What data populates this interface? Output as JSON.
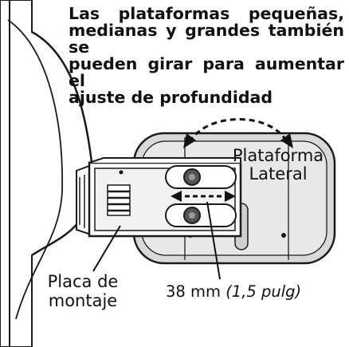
{
  "note": {
    "line1": "Las plataformas pequeñas,",
    "line2": "medianas y grandes también se",
    "line3": "pueden girar para aumentar el",
    "line4": "ajuste de profundidad"
  },
  "platform_label": {
    "line1": "Plataforma",
    "line2": "Lateral"
  },
  "plate_label": {
    "line1": "Placa de",
    "line2": "montaje"
  },
  "dimension": {
    "metric": "38 mm",
    "imperial": "(1,5 pulg)"
  },
  "colors": {
    "stroke": "#1a1a1a",
    "platform_fill": "#d9d9d9",
    "panel_fill": "#f2f2f2",
    "accent": "#111111"
  }
}
